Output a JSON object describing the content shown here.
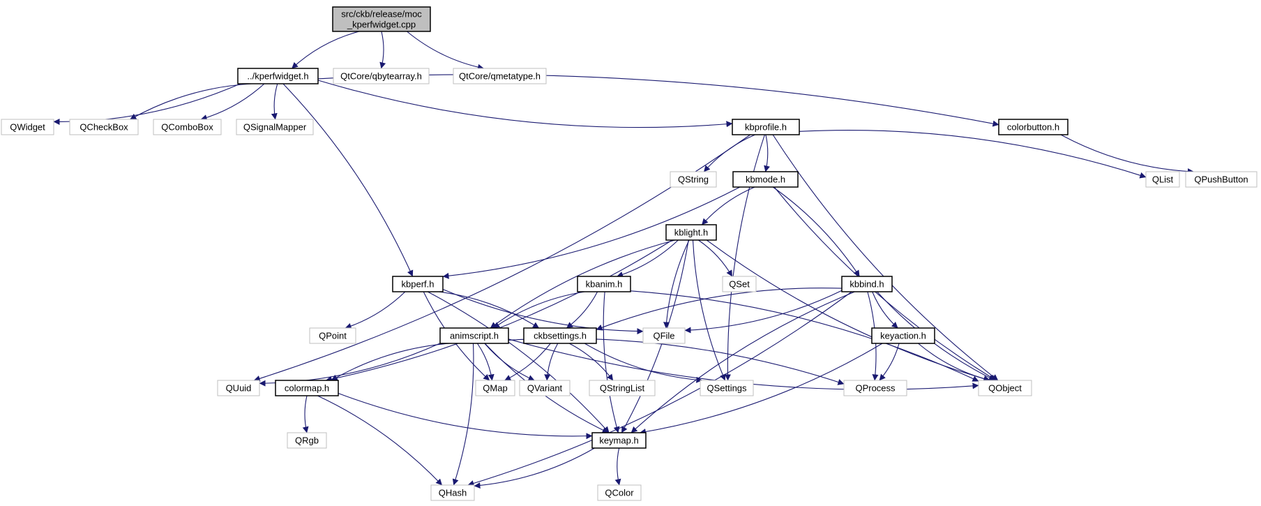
{
  "nodes": [
    {
      "id": "root",
      "lines": [
        "src/ckb/release/moc",
        "_kperfwidget.cpp"
      ],
      "kind": "root"
    },
    {
      "id": "kperfwidget",
      "lines": [
        "../kperfwidget.h"
      ],
      "kind": "file"
    },
    {
      "id": "qbytearray",
      "lines": [
        "QtCore/qbytearray.h"
      ],
      "kind": "external"
    },
    {
      "id": "qmetatype",
      "lines": [
        "QtCore/qmetatype.h"
      ],
      "kind": "external"
    },
    {
      "id": "qwidget",
      "lines": [
        "QWidget"
      ],
      "kind": "external"
    },
    {
      "id": "qcheckbox",
      "lines": [
        "QCheckBox"
      ],
      "kind": "external"
    },
    {
      "id": "qcombobox",
      "lines": [
        "QComboBox"
      ],
      "kind": "external"
    },
    {
      "id": "qsignalmapper",
      "lines": [
        "QSignalMapper"
      ],
      "kind": "external"
    },
    {
      "id": "kbprofile",
      "lines": [
        "kbprofile.h"
      ],
      "kind": "file"
    },
    {
      "id": "colorbutton",
      "lines": [
        "colorbutton.h"
      ],
      "kind": "file"
    },
    {
      "id": "qstring",
      "lines": [
        "QString"
      ],
      "kind": "external"
    },
    {
      "id": "kbmode",
      "lines": [
        "kbmode.h"
      ],
      "kind": "file"
    },
    {
      "id": "qlist",
      "lines": [
        "QList"
      ],
      "kind": "external"
    },
    {
      "id": "qpushbutton",
      "lines": [
        "QPushButton"
      ],
      "kind": "external"
    },
    {
      "id": "kblight",
      "lines": [
        "kblight.h"
      ],
      "kind": "file"
    },
    {
      "id": "kbperf",
      "lines": [
        "kbperf.h"
      ],
      "kind": "file"
    },
    {
      "id": "kbanim",
      "lines": [
        "kbanim.h"
      ],
      "kind": "file"
    },
    {
      "id": "qset",
      "lines": [
        "QSet"
      ],
      "kind": "external"
    },
    {
      "id": "kbbind",
      "lines": [
        "kbbind.h"
      ],
      "kind": "file"
    },
    {
      "id": "qpoint",
      "lines": [
        "QPoint"
      ],
      "kind": "external"
    },
    {
      "id": "animscript",
      "lines": [
        "animscript.h"
      ],
      "kind": "file"
    },
    {
      "id": "ckbsettings",
      "lines": [
        "ckbsettings.h"
      ],
      "kind": "file"
    },
    {
      "id": "qfile",
      "lines": [
        "QFile"
      ],
      "kind": "external"
    },
    {
      "id": "keyaction",
      "lines": [
        "keyaction.h"
      ],
      "kind": "file"
    },
    {
      "id": "quuid",
      "lines": [
        "QUuid"
      ],
      "kind": "external"
    },
    {
      "id": "colormap",
      "lines": [
        "colormap.h"
      ],
      "kind": "file"
    },
    {
      "id": "qmap",
      "lines": [
        "QMap"
      ],
      "kind": "external"
    },
    {
      "id": "qvariant",
      "lines": [
        "QVariant"
      ],
      "kind": "external"
    },
    {
      "id": "qstringlist",
      "lines": [
        "QStringList"
      ],
      "kind": "external"
    },
    {
      "id": "qsettings",
      "lines": [
        "QSettings"
      ],
      "kind": "external"
    },
    {
      "id": "qprocess",
      "lines": [
        "QProcess"
      ],
      "kind": "external"
    },
    {
      "id": "qobject",
      "lines": [
        "QObject"
      ],
      "kind": "external"
    },
    {
      "id": "qrgb",
      "lines": [
        "QRgb"
      ],
      "kind": "external"
    },
    {
      "id": "keymap",
      "lines": [
        "keymap.h"
      ],
      "kind": "file"
    },
    {
      "id": "qhash",
      "lines": [
        "QHash"
      ],
      "kind": "external"
    },
    {
      "id": "qcolor",
      "lines": [
        "QColor"
      ],
      "kind": "external"
    }
  ],
  "edges": [
    [
      "root",
      "kperfwidget"
    ],
    [
      "root",
      "qbytearray"
    ],
    [
      "root",
      "qmetatype"
    ],
    [
      "kperfwidget",
      "qwidget"
    ],
    [
      "kperfwidget",
      "qcheckbox"
    ],
    [
      "kperfwidget",
      "qcombobox"
    ],
    [
      "kperfwidget",
      "qsignalmapper"
    ],
    [
      "kperfwidget",
      "kbperf"
    ],
    [
      "kperfwidget",
      "kbprofile"
    ],
    [
      "kperfwidget",
      "colorbutton"
    ],
    [
      "colorbutton",
      "qpushbutton"
    ],
    [
      "kbprofile",
      "quuid"
    ],
    [
      "kbprofile",
      "qstring"
    ],
    [
      "kbprofile",
      "kbmode"
    ],
    [
      "kbprofile",
      "qsettings"
    ],
    [
      "kbprofile",
      "qlist"
    ],
    [
      "kbprofile",
      "qobject"
    ],
    [
      "kbmode",
      "kbperf"
    ],
    [
      "kbmode",
      "kblight"
    ],
    [
      "kbmode",
      "kbbind"
    ],
    [
      "kbmode",
      "qobject"
    ],
    [
      "kblight",
      "colormap"
    ],
    [
      "kblight",
      "animscript"
    ],
    [
      "kblight",
      "kbanim"
    ],
    [
      "kblight",
      "qfile"
    ],
    [
      "kblight",
      "qset"
    ],
    [
      "kblight",
      "qsettings"
    ],
    [
      "kblight",
      "keymap"
    ],
    [
      "kblight",
      "qobject"
    ],
    [
      "kbperf",
      "qpoint"
    ],
    [
      "kbperf",
      "qmap"
    ],
    [
      "kbperf",
      "ckbsettings"
    ],
    [
      "kbperf",
      "qfile"
    ],
    [
      "kbperf",
      "keymap"
    ],
    [
      "kbanim",
      "animscript"
    ],
    [
      "kbanim",
      "ckbsettings"
    ],
    [
      "kbanim",
      "keymap"
    ],
    [
      "kbanim",
      "qobject"
    ],
    [
      "kbbind",
      "ckbsettings"
    ],
    [
      "kbbind",
      "qfile"
    ],
    [
      "kbbind",
      "keyaction"
    ],
    [
      "kbbind",
      "qprocess"
    ],
    [
      "kbbind",
      "qobject"
    ],
    [
      "kbbind",
      "qhash"
    ],
    [
      "kbbind",
      "keymap"
    ],
    [
      "animscript",
      "quuid"
    ],
    [
      "animscript",
      "colormap"
    ],
    [
      "animscript",
      "qmap"
    ],
    [
      "animscript",
      "qvariant"
    ],
    [
      "animscript",
      "qhash"
    ],
    [
      "animscript",
      "keymap"
    ],
    [
      "animscript",
      "qprocess"
    ],
    [
      "animscript",
      "qobject"
    ],
    [
      "ckbsettings",
      "qmap"
    ],
    [
      "ckbsettings",
      "qvariant"
    ],
    [
      "ckbsettings",
      "qstringlist"
    ],
    [
      "ckbsettings",
      "qsettings"
    ],
    [
      "keyaction",
      "qprocess"
    ],
    [
      "keyaction",
      "qobject"
    ],
    [
      "keyaction",
      "keymap"
    ],
    [
      "colormap",
      "qrgb"
    ],
    [
      "colormap",
      "qhash"
    ],
    [
      "colormap",
      "keymap"
    ],
    [
      "keymap",
      "qhash"
    ],
    [
      "keymap",
      "qcolor"
    ]
  ],
  "colors": {
    "edge": "#191970",
    "root_fill": "#bfbfbf",
    "file_border": "#000000",
    "external_border": "#bfbfbf"
  }
}
